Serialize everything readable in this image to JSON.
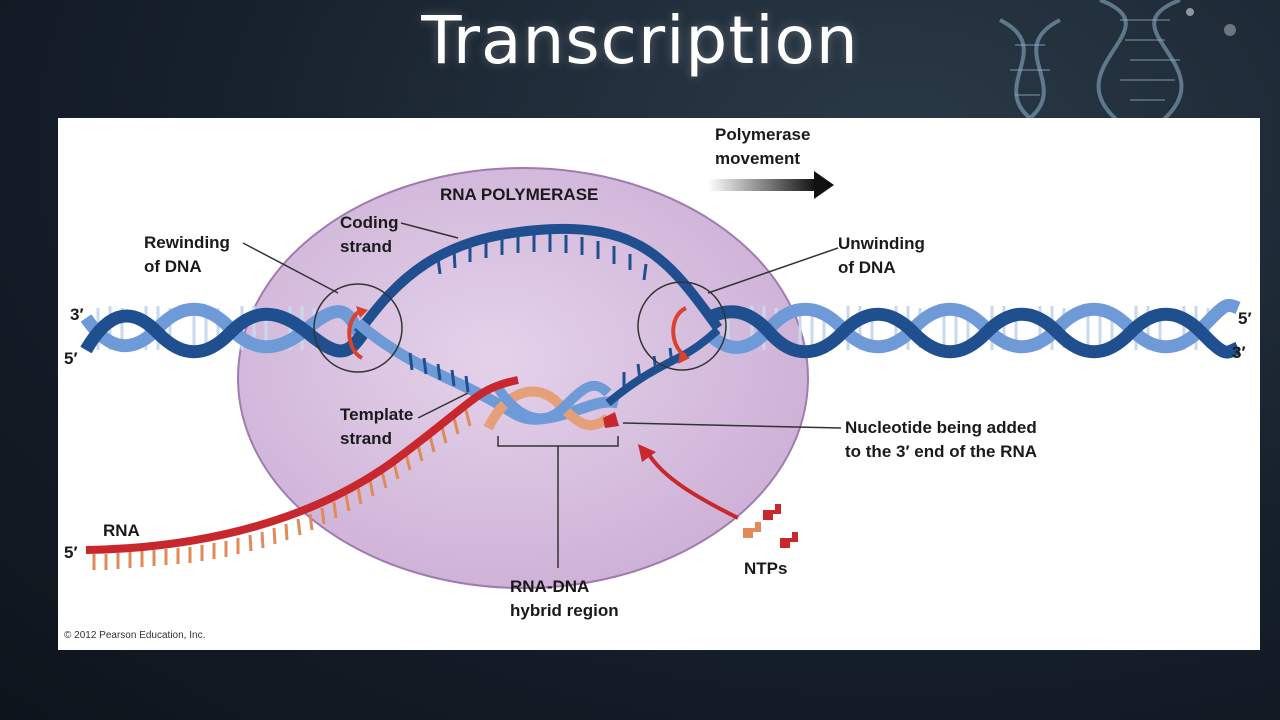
{
  "slide": {
    "title": "Transcription"
  },
  "diagram": {
    "enzyme_label": "RNA POLYMERASE",
    "movement_label": [
      "Polymerase",
      "movement"
    ],
    "coding_strand": [
      "Coding",
      "strand"
    ],
    "rewinding": [
      "Rewinding",
      "of DNA"
    ],
    "unwinding": [
      "Unwinding",
      "of DNA"
    ],
    "template_strand": [
      "Template",
      "strand"
    ],
    "nucleotide_label": [
      "Nucleotide being added",
      "to the 3′ end of the RNA"
    ],
    "rna_label": "RNA",
    "hybrid_label": [
      "RNA-DNA",
      "hybrid region"
    ],
    "ntps_label": "NTPs",
    "left_top_end": "3′",
    "left_bottom_end": "5′",
    "right_top_end": "5′",
    "right_bottom_end": "3′",
    "rna_end": "5′",
    "copyright": "© 2012 Pearson Education, Inc.",
    "colors": {
      "dna_dark": "#1f4f8f",
      "dna_light": "#6f9ad8",
      "rna_red": "#c8282d",
      "rna_base": "#e08a5a",
      "polymerase": "#dcc4e2",
      "polymerase_edge": "#a07bb0"
    }
  }
}
